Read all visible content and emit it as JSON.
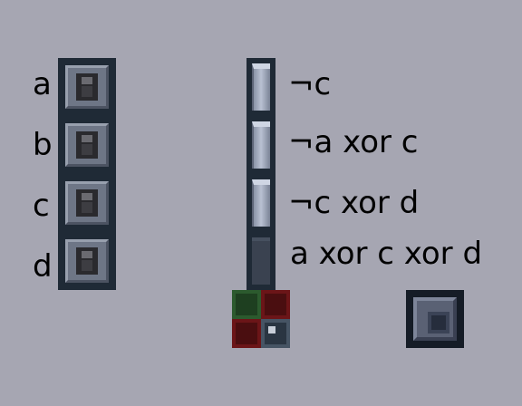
{
  "inputs": [
    {
      "label": "a",
      "state": "off"
    },
    {
      "label": "b",
      "state": "off"
    },
    {
      "label": "c",
      "state": "off"
    },
    {
      "label": "d",
      "state": "off"
    }
  ],
  "outputs": [
    {
      "label": "¬c",
      "lit": true
    },
    {
      "label": "¬a xor c",
      "lit": true
    },
    {
      "label": "¬c xor d",
      "lit": true
    },
    {
      "label": "a xor c xor d",
      "lit": false
    }
  ],
  "colors": {
    "background": "#a6a6b2",
    "frame": "#1f2a36",
    "lamp_on": "#b9c1d2",
    "lamp_off": "#3a4250",
    "indicator_green": "#1e3f20",
    "indicator_red": "#4a0e10"
  },
  "icons": {
    "switch": "lever-switch-icon",
    "lamp": "lamp-icon",
    "indicator": "status-indicator-icon",
    "button": "square-button-icon"
  }
}
